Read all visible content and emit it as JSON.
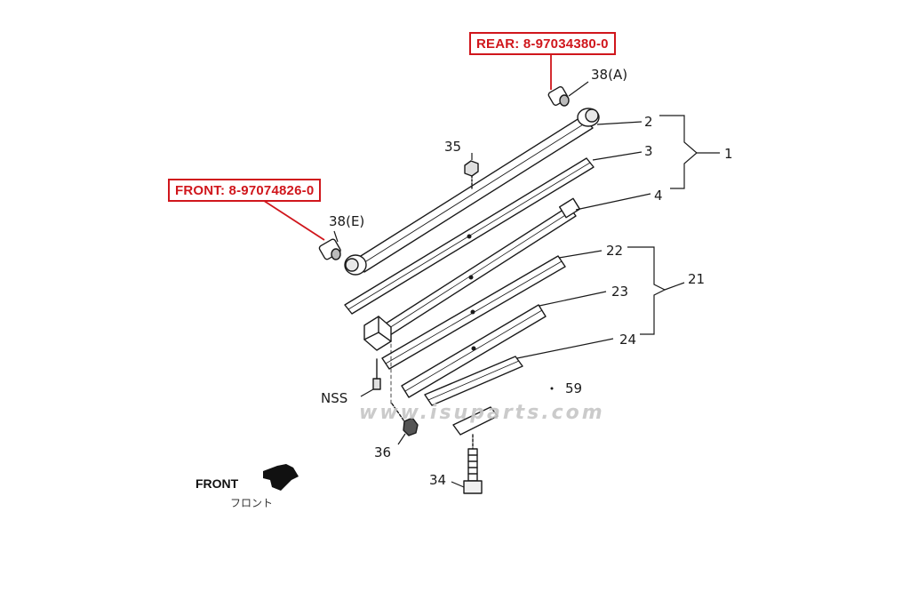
{
  "callouts": {
    "rear": "REAR: 8-97034380-0",
    "front": "FRONT: 8-97074826-0"
  },
  "labels": {
    "l38a": "38(A)",
    "l2": "2",
    "l3": "3",
    "l1": "1",
    "l4": "4",
    "l35": "35",
    "l38e": "38(E)",
    "l22": "22",
    "l21": "21",
    "l23": "23",
    "l24": "24",
    "lnss": "NSS",
    "l59": "59",
    "l36": "36",
    "l34": "34"
  },
  "front_indicator": {
    "label": "FRONT",
    "japanese": "フロント"
  },
  "watermark": "www.isuparts.com",
  "colors": {
    "callout": "#d0161c",
    "line": "#1a1a1a",
    "watermark": "#c6c6c6"
  }
}
